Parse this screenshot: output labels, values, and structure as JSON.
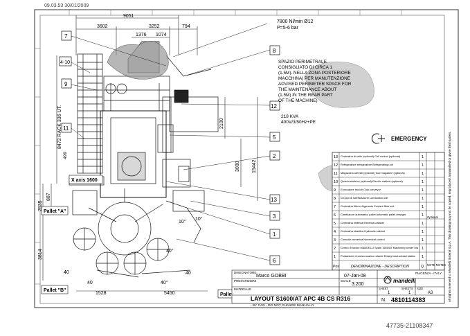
{
  "header": {
    "stamp": "09.03.53 30/01/2009"
  },
  "dimensions": {
    "top": [
      "9051",
      "3602",
      "3252",
      "794",
      "1376",
      "1074"
    ],
    "left_rack": "8472 RACK 336 UT.",
    "left": [
      "2535",
      "887",
      "3814"
    ],
    "right": [
      "2100",
      "3000",
      "15442"
    ],
    "inner_small": [
      "499",
      "10°",
      "10°"
    ],
    "bottom": [
      "1528",
      "5450",
      "40",
      "40",
      "40°",
      "40°",
      "40"
    ]
  },
  "callouts": [
    "7",
    "4-10",
    "9",
    "11",
    "8",
    "12",
    "5",
    "2",
    "13",
    "3",
    "1",
    "6"
  ],
  "notes": {
    "air_supply": [
      "7800 Nl/min Ø12",
      "P=5-6 bar"
    ],
    "perimeter_space": [
      "SPAZIO PERIMETRALE",
      "CONSIGLIATO DI CIRCA 1",
      "(1.5M). NELLA ZONA POSTERIORE",
      "MACCHINA) PER MANUTENZIONE",
      "ADVISED PERIMETER SPACE FOR",
      "THE MAINTENANCE ABOUT",
      "(1.5M) IN THE REAR PART",
      "OF THE MACHINE)"
    ],
    "power": [
      "218 KVA",
      "400V/3/50Hz+PE"
    ]
  },
  "labels": {
    "x_axis": "X axis 1600",
    "pallet_a": "Pallet \"A\"",
    "pallet_b": "Pallet \"B\"",
    "pallet_c": "Pallet \"C\""
  },
  "emergency": {
    "label": "EMERGENCY"
  },
  "legend": {
    "rows": [
      {
        "num": "13",
        "text": "Centralina di celle (optional) Cell control (optional)",
        "qty": "1"
      },
      {
        "num": "12",
        "text": "Refrigeratore refrigeratore Refrigerating unit",
        "qty": "1"
      },
      {
        "num": "11",
        "text": "Magazzino utensili (optional) Tool magazine (optional)",
        "qty": "1"
      },
      {
        "num": "10",
        "text": "Quadro elettrico (optional) Electric cabinet (optional)",
        "qty": "1"
      },
      {
        "num": "9",
        "text": "Evacuatore trucioli Chip conveyor",
        "qty": "1"
      },
      {
        "num": "8",
        "text": "Gruppo di lubrificazione Lubrication unit",
        "qty": "1"
      },
      {
        "num": "7",
        "text": "Centralina filtro refrigerante Coolant filter unit",
        "qty": "1"
      },
      {
        "num": "6",
        "text": "Cambiatore automatico pallet Automatic pallet changer",
        "qty": "1"
      },
      {
        "num": "5",
        "text": "Centralina elettrica Electrical cabinet",
        "qty": "1"
      },
      {
        "num": "4",
        "text": "Centralina idraulica Hydraulic cabinet",
        "qty": "1"
      },
      {
        "num": "3",
        "text": "Consolle numerica Numerical control",
        "qty": "1"
      },
      {
        "num": "2",
        "text": "Centro di lavoro MANDELLI Spark 1600/AT Machining center Mandelli Spark 1600/AT",
        "qty": "1"
      },
      {
        "num": "1",
        "text": "Postazione di carico-scarico rotante Rotary load-unload station",
        "qty": "1"
      }
    ],
    "option_note": "Optional",
    "col_heads": {
      "pos": "Pos",
      "desc": "DENOMINAZIONE - DESCRIPTION",
      "qty": "Q",
      "note": "NOTE NOTES"
    }
  },
  "title_block": {
    "designer_label": "DISEGNATORE",
    "designer": "Marco GOBBI",
    "date": "07-Jan-08",
    "scale_label": "SCALE",
    "scale": "3:200",
    "tol_label": "PRESCRIZIONI",
    "mat_label": "MATERIALE",
    "company": "mandelli",
    "city": "PIACENZA - ITALY",
    "title": "LAYOUT S1600/AT APC 4B CS R316",
    "subtitle": "- BY CAD - DO NOT CHANGE MANUALLY",
    "drawing_no_label": "N.",
    "drawing_no": "4810114383",
    "sheet_label": "SHEET",
    "sheet": "1",
    "size_label": "SIZE",
    "size": "A3",
    "sheets_label": "SHEETS",
    "sheets": "1"
  },
  "copyright": "All rights reserved to Mandelli Sistemi S.p.A. This drawing may not be copied, reproduced, transmitted or given third parties.",
  "watermark": "47735-21108347"
}
